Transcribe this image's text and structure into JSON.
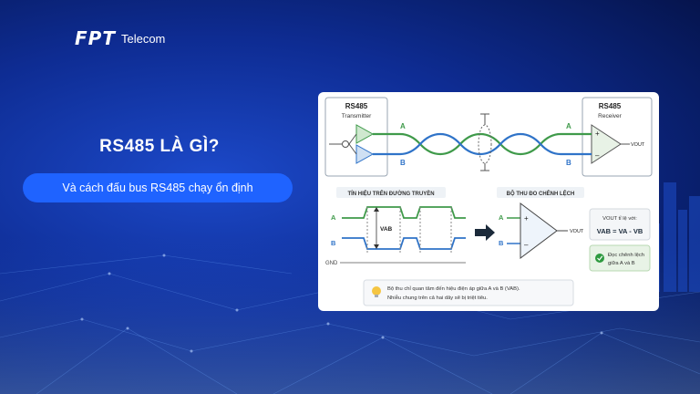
{
  "brand": {
    "logo_mark": "FPT",
    "logo_text": "Telecom"
  },
  "headline": "RS485 LÀ GÌ?",
  "subtitle": "Và cách đấu bus RS485 chạy ổn định",
  "diagram": {
    "transmitter_title": "RS485",
    "transmitter_sub": "Transmitter",
    "receiver_title": "RS485",
    "receiver_sub": "Receiver",
    "line_a": "A",
    "line_b": "B",
    "vout": "VOUT",
    "plus": "+",
    "minus": "–",
    "signal_label": "TÍN HIỆU TRÊN ĐƯỜNG TRUYỀN",
    "receiver_label": "BỘ THU ĐO CHÊNH LỆCH",
    "vab": "VAB",
    "gnd": "GND",
    "ratio_line": "VOUT tỉ lệ với:",
    "formula": "VAB = VA - VB",
    "check_text_1": "Đọc chênh lệch",
    "check_text_2": "giữa A và B",
    "note_line_1": "Bộ thu chỉ quan tâm đến hiệu điện áp giữa A và B (VAB).",
    "note_line_2": "Nhiễu chung trên cả hai dây sẽ bị triệt tiêu."
  },
  "colors": {
    "line_a": "#3f9a4a",
    "line_b": "#2f73c8",
    "pill": "#1f63ff",
    "amp_fill": "#e8f2e6",
    "check": "#2e9a40"
  }
}
